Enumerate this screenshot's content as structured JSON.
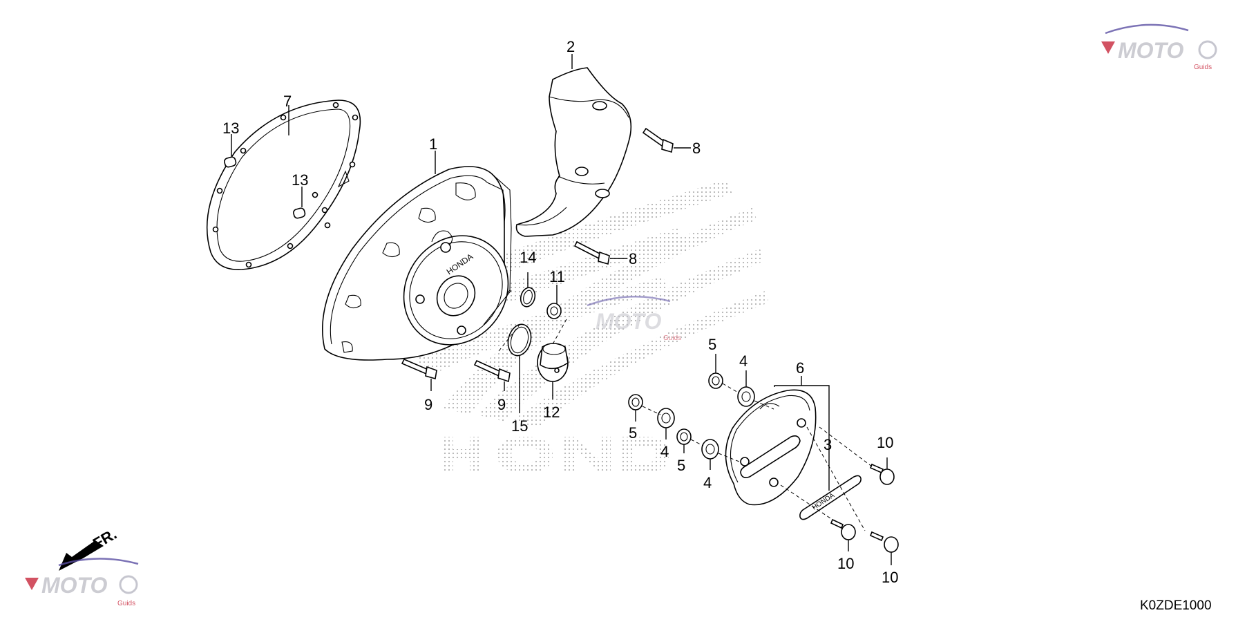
{
  "diagram": {
    "code": "K0ZDE1000",
    "direction_label": "FR.",
    "callouts": [
      "1",
      "2",
      "3",
      "4",
      "4",
      "5",
      "5",
      "5",
      "6",
      "7",
      "8",
      "8",
      "9",
      "9",
      "10",
      "10",
      "10",
      "11",
      "12",
      "13",
      "13",
      "14",
      "15"
    ],
    "labels": {
      "c1": "1",
      "c2": "2",
      "c3": "3",
      "c4a": "4",
      "c4b": "4",
      "c4c": "4",
      "c5a": "5",
      "c5b": "5",
      "c5c": "5",
      "c6": "6",
      "c7": "7",
      "c8a": "8",
      "c8b": "8",
      "c9a": "9",
      "c9b": "9",
      "c10a": "10",
      "c10b": "10",
      "c10c": "10",
      "c11": "11",
      "c12": "12",
      "c13a": "13",
      "c13b": "13",
      "c14": "14",
      "c15": "15"
    },
    "brand_emblem_text": "HONDA",
    "watermark_text": "MOTO",
    "watermark_sub": "Guids"
  },
  "colors": {
    "line": "#000000",
    "watermark_gray": "#b9b9c4",
    "watermark_red": "#c8283c",
    "watermark_purple": "#5b4fa3"
  }
}
